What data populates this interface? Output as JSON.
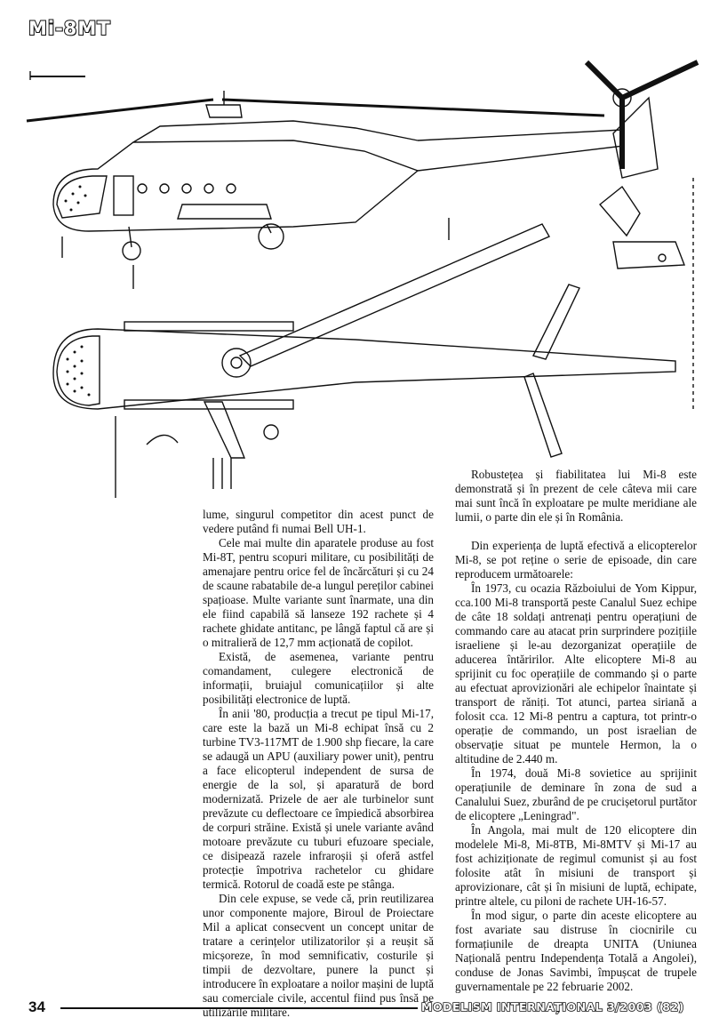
{
  "header": {
    "title": "Mi-8MT"
  },
  "left_column": {
    "paragraphs": [
      "lume, singurul competitor din acest punct de vedere putând fi numai Bell UH-1.",
      "Cele mai multe din aparatele produse au fost Mi-8T, pentru scopuri militare, cu posibilități de amenajare pentru orice fel de încărcături și cu 24 de scaune rabatabile de-a lungul pereților cabinei spațioase. Multe variante sunt înarmate, una din ele fiind capabilă să lanseze 192 rachete și 4 rachete ghidate antitanc, pe lângă faptul că are și o mitralieră de 12,7 mm acționată de copilot.",
      "Există, de asemenea, variante pentru comandament, culegere electronică de informații, bruiajul comunicațiilor și alte posibilități electronice de luptă.",
      "În anii '80, producția a trecut pe tipul Mi-17, care este la bază un Mi-8 echipat însă cu 2 turbine TV3-117MT de 1.900 shp fiecare, la care se adaugă un APU (auxiliary power unit), pentru a face elicopterul independent de sursa de energie de la sol, și aparatură de bord modernizată. Prizele de aer ale turbinelor sunt prevăzute cu deflectoare ce împiedică absorbirea de corpuri străine. Există și unele variante având motoare prevăzute cu tuburi efuzoare speciale, ce disipează razele infraroșii și oferă astfel protecție împotriva rachetelor cu ghidare termică. Rotorul de coadă este pe stânga.",
      "Din cele expuse, se vede că, prin reutilizarea unor componente majore, Biroul de Proiectare Mil a aplicat consecvent un concept unitar de tratare a cerințelor utilizatorilor și a reușit să micșoreze, în mod semnificativ, costurile și timpii de dezvoltare, punere la punct și introducere în exploatare a noilor mașini de luptă sau comerciale civile, accentul fiind pus însă pe utilizările militare."
    ]
  },
  "right_column": {
    "paragraphs": [
      "Robustețea și fiabilitatea lui Mi-8 este demonstrată și în prezent de cele câteva mii care mai sunt încă în exploatare pe multe meridiane ale lumii, o parte din ele și în România.",
      "Din experiența de luptă efectivă a elicopterelor Mi-8, se pot reține o serie de episoade, din care reproducem următoarele:",
      "În 1973, cu ocazia Războiului de Yom Kippur, cca.100 Mi-8 transportă peste Canalul Suez echipe de câte 18 soldați antrenați pentru operațiuni de commando care au atacat prin surprindere pozițiile israeliene și le-au dezorganizat operațiile de aducerea întăririlor. Alte elicoptere Mi-8 au sprijinit cu foc operațiile de commando și o parte au efectuat aprovizionări ale echipelor înaintate și transport de răniți. Tot atunci, partea siriană a folosit cca. 12 Mi-8 pentru a captura, tot printr-o operație de commando, un post israelian de observație situat pe muntele Hermon, la o altitudine de 2.440 m.",
      "În 1974, două Mi-8 sovietice au sprijinit operațiunile de deminare în zona de sud a Canalului Suez, zburând de pe crucișetorul purtător de elicoptere „Leningrad\".",
      "În Angola, mai mult de 120 elicoptere din modelele Mi-8, Mi-8TB, Mi-8MTV și Mi-17 au fost achiziționate de regimul comunist și au fost folosite atât în misiuni de transport și aprovizionare, cât și în misiuni de luptă, echipate, printre altele, cu piloni de rachete UH-16-57.",
      "În mod sigur, o parte din aceste elicoptere au fost avariate sau distruse în ciocnirile cu formațiunile de dreapta UNITA (Uniunea Națională pentru Independența Totală a Angolei), conduse de Jonas Savimbi, împușcat de trupele guvernamentale pe 22 februarie 2002."
    ]
  },
  "footer": {
    "page_number": "34",
    "magazine": "MODELISM INTERNAȚIONAL 3/2003 (82)"
  }
}
